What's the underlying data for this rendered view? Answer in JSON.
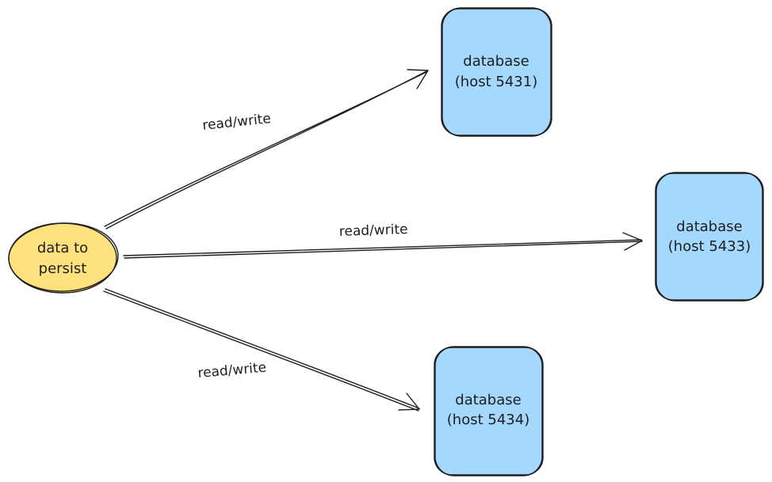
{
  "source_node": {
    "lines": [
      "data to",
      "persist"
    ],
    "fill": "#ffe17d"
  },
  "databases": [
    {
      "id": "db-5431",
      "lines": [
        "database",
        "(host 5431)"
      ]
    },
    {
      "id": "db-5433",
      "lines": [
        "database",
        "(host 5433)"
      ]
    },
    {
      "id": "db-5434",
      "lines": [
        "database",
        "(host 5434)"
      ]
    }
  ],
  "database_fill": "#a5d8ff",
  "stroke_color": "#1e1e1e",
  "edges": [
    {
      "from": "source",
      "to": "db-5431",
      "label": "read/write"
    },
    {
      "from": "source",
      "to": "db-5433",
      "label": "read/write"
    },
    {
      "from": "source",
      "to": "db-5434",
      "label": "read/write"
    }
  ]
}
